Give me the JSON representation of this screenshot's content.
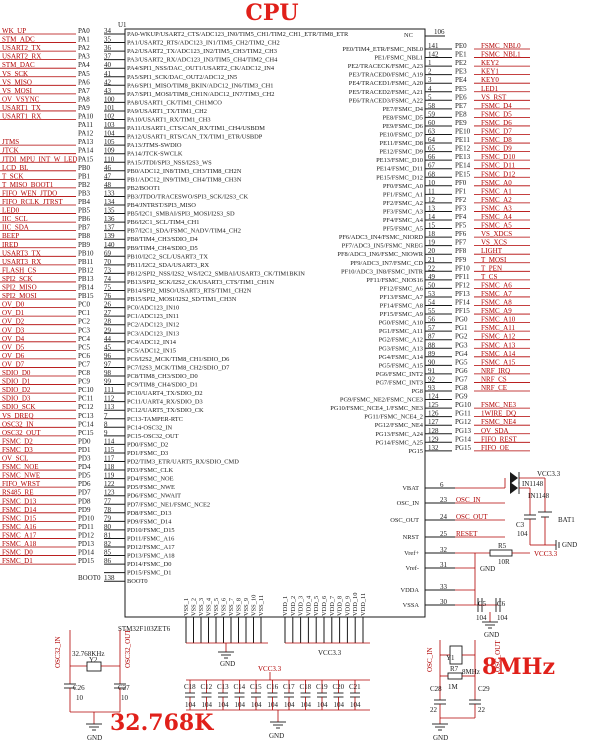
{
  "title": "CPU",
  "chip": {
    "ref": "U1",
    "part": "STM32F103ZET6",
    "top_right_pin": {
      "name": "NC",
      "num": "106"
    }
  },
  "left_pins": [
    {
      "net": "WK_UP",
      "pin": "PA0",
      "num": "34",
      "func": "PA0-WKUP/USART2_CTS/ADC123_IN0/TIM5_CH1/TIM2_CH1_ETR/TIM8_ETR"
    },
    {
      "net": "STM_ADC",
      "pin": "PA1",
      "num": "35",
      "func": "PA1/USART2_RTS/ADC123_IN1/TIM5_CH2/TIM2_CH2"
    },
    {
      "net": "USART2_TX",
      "pin": "PA2",
      "num": "36",
      "func": "PA2/USART2_TX/ADC123_IN2/TIM5_CH3/TIM2_CH3"
    },
    {
      "net": "USART2_RX",
      "pin": "PA3",
      "num": "37",
      "func": "PA3/USART2_RX/ADC123_IN3/TIM5_CH4/TIM2_CH4"
    },
    {
      "net": "STM_DAC",
      "pin": "PA4",
      "num": "40",
      "func": "PA4/SPI1_NSS/DAC_OUT1/USART2_CK/ADC12_IN4"
    },
    {
      "net": "VS_SCK",
      "pin": "PA5",
      "num": "41",
      "func": "PA5/SPI1_SCK/DAC_OUT2/ADC12_IN5"
    },
    {
      "net": "VS_MISO",
      "pin": "PA6",
      "num": "42",
      "func": "PA6/SPI1_MISO/TIM8_BKIN/ADC12_IN6/TIM3_CH1"
    },
    {
      "net": "VS_MOSI",
      "pin": "PA7",
      "num": "43",
      "func": "PA7/SPI1_MOSI/TIM8_CH1N/ADC12_IN7/TIM3_CH2"
    },
    {
      "net": "OV_VSYNC",
      "pin": "PA8",
      "num": "100",
      "func": "PA8/USART1_CK/TIM1_CH1MCO"
    },
    {
      "net": "USART1_TX",
      "pin": "PA9",
      "num": "101",
      "func": "PA9/USART1_TX/TIM1_CH2"
    },
    {
      "net": "USART1_RX",
      "pin": "PA10",
      "num": "102",
      "func": "PA10/USART1_RX/TIM1_CH3"
    },
    {
      "net": "",
      "pin": "PA11",
      "num": "103",
      "func": "PA11/USART1_CTS/CAN_RX/TIM1_CH4/USBDM"
    },
    {
      "net": "",
      "pin": "PA12",
      "num": "104",
      "func": "PA12/USART1_RTS/CAN_TX/TIM1_ETR/USBDP"
    },
    {
      "net": "JTMS",
      "pin": "PA13",
      "num": "105",
      "func": "PA13/JTMS-SWDIO"
    },
    {
      "net": "JTCK",
      "pin": "PA14",
      "num": "109",
      "func": "PA14/JTCK-SWCLK"
    },
    {
      "net": "JTDI_MPU_INT_W_LED",
      "pin": "PA15",
      "num": "110",
      "func": "PA15/JTDI/SPI3_NSS/I2S3_WS"
    },
    {
      "net": "LCD_BL",
      "pin": "PB0",
      "num": "46",
      "func": "PB0/ADC12_IN8/TIM3_CH3/TIM8_CH2N"
    },
    {
      "net": "T_SCK",
      "pin": "PB1",
      "num": "47",
      "func": "PB1/ADC12_IN9/TIM3_CH4/TIM8_CH3N"
    },
    {
      "net": "T_MISO_BOOT1",
      "pin": "PB2",
      "num": "48",
      "func": "PB2/BOOT1"
    },
    {
      "net": "FIFO_WEN_JTDO",
      "pin": "PB3",
      "num": "133",
      "func": "PB3/JTDO/TRACESWO/SPI3_SCK/I2S3_CK"
    },
    {
      "net": "FIFO_RCLK_JTRST",
      "pin": "PB4",
      "num": "134",
      "func": "PB4/JNTRST/SPI3_MISO"
    },
    {
      "net": "LED0",
      "pin": "PB5",
      "num": "135",
      "func": "PB5/I2C1_SMBAI/SPI3_MOSI/I2S3_SD"
    },
    {
      "net": "IIC_SCL",
      "pin": "PB6",
      "num": "136",
      "func": "PB6/I2C1_SCL/TIM4_CH1"
    },
    {
      "net": "IIC_SDA",
      "pin": "PB7",
      "num": "137",
      "func": "PB7/I2C1_SDA/FSMC_NADV/TIM4_CH2"
    },
    {
      "net": "BEEP",
      "pin": "PB8",
      "num": "139",
      "func": "PB8/TIM4_CH3/SDIO_D4"
    },
    {
      "net": "IRED",
      "pin": "PB9",
      "num": "140",
      "func": "PB9/TIM4_CH4/SDIO_D5"
    },
    {
      "net": "USART3_TX",
      "pin": "PB10",
      "num": "69",
      "func": "PB10/I2C2_SCL/USART3_TX"
    },
    {
      "net": "USART3_RX",
      "pin": "PB11",
      "num": "70",
      "func": "PB11/I2C2_SDA/USART3_RX"
    },
    {
      "net": "FLASH_CS",
      "pin": "PB12",
      "num": "73",
      "func": "PB12/SPI2_NSS/I2S2_WS/I2C2_SMBAI/USART3_CK/TIM1BKIN"
    },
    {
      "net": "SPI2_SCK",
      "pin": "PB13",
      "num": "74",
      "func": "PB13/SPI2_SCK/I2S2_CK/USART3_CTS/TIM1_CH1N"
    },
    {
      "net": "SPI2_MISO",
      "pin": "PB14",
      "num": "75",
      "func": "PB14/SPI2_MISO/USART3_RTS/TIM1_CH2N"
    },
    {
      "net": "SPI2_MOSI",
      "pin": "PB15",
      "num": "76",
      "func": "PB15/SPI2_MOSI/I2S2_SD/TIM1_CH3N"
    },
    {
      "net": "OV_D0",
      "pin": "PC0",
      "num": "26",
      "func": "PC0/ADC123_IN10"
    },
    {
      "net": "OV_D1",
      "pin": "PC1",
      "num": "27",
      "func": "PC1/ADC123_IN11"
    },
    {
      "net": "OV_D2",
      "pin": "PC2",
      "num": "28",
      "func": "PC2/ADC123_IN12"
    },
    {
      "net": "OV_D3",
      "pin": "PC3",
      "num": "29",
      "func": "PC3/ADC123_IN13"
    },
    {
      "net": "OV_D4",
      "pin": "PC4",
      "num": "44",
      "func": "PC4/ADC12_IN14"
    },
    {
      "net": "OV_D5",
      "pin": "PC5",
      "num": "45",
      "func": "PC5/ADC12_IN15"
    },
    {
      "net": "OV_D6",
      "pin": "PC6",
      "num": "96",
      "func": "PC6/I2S2_MCK/TIM8_CH1/SDIO_D6"
    },
    {
      "net": "OV_D7",
      "pin": "PC7",
      "num": "97",
      "func": "PC7/I2S3_MCK/TIM8_CH2/SDIO_D7"
    },
    {
      "net": "SDIO_D0",
      "pin": "PC8",
      "num": "98",
      "func": "PC8/TIM8_CH3/SDIO_D0"
    },
    {
      "net": "SDIO_D1",
      "pin": "PC9",
      "num": "99",
      "func": "PC9/TIM8_CH4/SDIO_D1"
    },
    {
      "net": "SDIO_D2",
      "pin": "PC10",
      "num": "111",
      "func": "PC10/UART4_TX/SDIO_D2"
    },
    {
      "net": "SDIO_D3",
      "pin": "PC11",
      "num": "112",
      "func": "PC11/UART4_RX/SDIO_D3"
    },
    {
      "net": "SDIO_SCK",
      "pin": "PC12",
      "num": "113",
      "func": "PC12/UART5_TX/SDIO_CK"
    },
    {
      "net": "VS_DREQ",
      "pin": "PC13",
      "num": "7",
      "func": "PC13-TAMPER-RTC"
    },
    {
      "net": "OSC32_IN",
      "pin": "PC14",
      "num": "8",
      "func": "PC14-OSC32_IN"
    },
    {
      "net": "OSC32_OUT",
      "pin": "PC15",
      "num": "9",
      "func": "PC15-OSC32_OUT"
    },
    {
      "net": "FSMC_D2",
      "pin": "PD0",
      "num": "114",
      "func": "PD0/FSMC_D2"
    },
    {
      "net": "FSMC_D3",
      "pin": "PD1",
      "num": "115",
      "func": "PD1/FSMC_D3"
    },
    {
      "net": "OV_SCL",
      "pin": "PD3",
      "num": "117",
      "func": "PD2/TIM3_ETR/UART5_RX/SDIO_CMD"
    },
    {
      "net": "FSMC_NOE",
      "pin": "PD4",
      "num": "118",
      "func": "PD3/FSMC_CLK"
    },
    {
      "net": "FSMC_NWE",
      "pin": "PD5",
      "num": "119",
      "func": "PD4/FSMC_NOE"
    },
    {
      "net": "FIFO_WRST",
      "pin": "PD6",
      "num": "122",
      "func": "PD5/FSMC_NWE"
    },
    {
      "net": "RS485_RE",
      "pin": "PD7",
      "num": "123",
      "func": "PD6/FSMC_NWAIT"
    },
    {
      "net": "FSMC_D13",
      "pin": "PD8",
      "num": "77",
      "func": "PD7/FSMC_NE1/FSMC_NCE2"
    },
    {
      "net": "FSMC_D14",
      "pin": "PD9",
      "num": "78",
      "func": "PD8/FSMC_D13"
    },
    {
      "net": "FSMC_D15",
      "pin": "PD10",
      "num": "79",
      "func": "PD9/FSMC_D14"
    },
    {
      "net": "FSMC_A16",
      "pin": "PD11",
      "num": "80",
      "func": "PD10/FSMC_D15"
    },
    {
      "net": "FSMC_A17",
      "pin": "PD12",
      "num": "81",
      "func": "PD11/FSMC_A16"
    },
    {
      "net": "FSMC_A18",
      "pin": "PD13",
      "num": "82",
      "func": "PD12/FSMC_A17"
    },
    {
      "net": "FSMC_D0",
      "pin": "PD14",
      "num": "85",
      "func": "PD13/FSMC_A18"
    },
    {
      "net": "FSMC_D1",
      "pin": "PD15",
      "num": "86",
      "func": "PD14/FSMC_D0"
    },
    {
      "net": "",
      "pin": "",
      "num": "",
      "func": "PD15/FSMC_D1"
    },
    {
      "net": "",
      "pin": "BOOT0",
      "num": "138",
      "func": "BOOT0"
    }
  ],
  "right_pins": [
    {
      "func": "PE0/TIM4_ETR/FSMC_NBL0",
      "num": "141",
      "pin": "PE0",
      "net": "FSMC_NBL0"
    },
    {
      "func": "PE1/FSMC_NBL1",
      "num": "142",
      "pin": "PE1",
      "net": "FSMC_NBL1"
    },
    {
      "func": "PE2/TRACECK/FSMC_A23",
      "num": "1",
      "pin": "PE2",
      "net": "KEY2"
    },
    {
      "func": "PE3/TRACED0/FSMC_A19",
      "num": "2",
      "pin": "PE3",
      "net": "KEY1"
    },
    {
      "func": "PE4/TRACED1/FSMC_A20",
      "num": "3",
      "pin": "PE4",
      "net": "KEY0"
    },
    {
      "func": "PE5/TRACED2/FSMC_A21",
      "num": "4",
      "pin": "PE5",
      "net": "LED1"
    },
    {
      "func": "PE6/TRACED3/FSMC_A22",
      "num": "5",
      "pin": "PE6",
      "net": "VS_RST"
    },
    {
      "func": "PE7/FSMC_D4",
      "num": "58",
      "pin": "PE7",
      "net": "FSMC_D4"
    },
    {
      "func": "PE8/FSMC_D5",
      "num": "59",
      "pin": "PE8",
      "net": "FSMC_D5"
    },
    {
      "func": "PE9/FSMC_D6",
      "num": "60",
      "pin": "PE9",
      "net": "FSMC_D6"
    },
    {
      "func": "PE10/FSMC_D7",
      "num": "63",
      "pin": "PE10",
      "net": "FSMC_D7"
    },
    {
      "func": "PE11/FSMC_D8",
      "num": "64",
      "pin": "PE11",
      "net": "FSMC_D8"
    },
    {
      "func": "PE12/FSMC_D9",
      "num": "65",
      "pin": "PE12",
      "net": "FSMC_D9"
    },
    {
      "func": "PE13/FSMC_D10",
      "num": "66",
      "pin": "PE13",
      "net": "FSMC_D10"
    },
    {
      "func": "PE14/FSMC_D11",
      "num": "67",
      "pin": "PE14",
      "net": "FSMC_D11"
    },
    {
      "func": "PE15/FSMC_D12",
      "num": "68",
      "pin": "PE15",
      "net": "FSMC_D12"
    },
    {
      "func": "PF0/FSMC_A0",
      "num": "10",
      "pin": "PF0",
      "net": "FSMC_A0"
    },
    {
      "func": "PF1/FSMC_A1",
      "num": "11",
      "pin": "PF1",
      "net": "FSMC_A1"
    },
    {
      "func": "PF2/FSMC_A2",
      "num": "12",
      "pin": "PF2",
      "net": "FSMC_A2"
    },
    {
      "func": "PF3/FSMC_A3",
      "num": "13",
      "pin": "PF3",
      "net": "FSMC_A3"
    },
    {
      "func": "PF4/FSMC_A4",
      "num": "14",
      "pin": "PF4",
      "net": "FSMC_A4"
    },
    {
      "func": "PF5/FSMC_A5",
      "num": "15",
      "pin": "PF5",
      "net": "FSMC_A5"
    },
    {
      "func": "PF6/ADC3_IN4/FSMC_NIORD",
      "num": "18",
      "pin": "PF6",
      "net": "VS_XDCS"
    },
    {
      "func": "PF7/ADC3_IN5/FSMC_NREG",
      "num": "19",
      "pin": "PF7",
      "net": "VS_XCS"
    },
    {
      "func": "PF8/ADC3_IN6/FSMC_NIOWR",
      "num": "20",
      "pin": "PF8",
      "net": "LIGHT"
    },
    {
      "func": "PF9/ADC3_IN7/FSMC_CD",
      "num": "21",
      "pin": "PF9",
      "net": "T_MOSI"
    },
    {
      "func": "PF10/ADC3_IN8/FSMC_INTR",
      "num": "22",
      "pin": "PF10",
      "net": "T_PEN"
    },
    {
      "func": "PF11/FSMC_NIOS16",
      "num": "49",
      "pin": "PF11",
      "net": "T_CS"
    },
    {
      "func": "PF12/FSMC_A6",
      "num": "50",
      "pin": "PF12",
      "net": "FSMC_A6"
    },
    {
      "func": "PF13/FSMC_A7",
      "num": "53",
      "pin": "PF13",
      "net": "FSMC_A7"
    },
    {
      "func": "PF14/FSMC_A8",
      "num": "54",
      "pin": "PF14",
      "net": "FSMC_A8"
    },
    {
      "func": "PF15/FSMC_A9",
      "num": "55",
      "pin": "PF15",
      "net": "FSMC_A9"
    },
    {
      "func": "PG0/FSMC_A10",
      "num": "56",
      "pin": "PG0",
      "net": "FSMC_A10"
    },
    {
      "func": "PG1/FSMC_A11",
      "num": "57",
      "pin": "PG1",
      "net": "FSMC_A11"
    },
    {
      "func": "PG2/FSMC_A12",
      "num": "87",
      "pin": "PG2",
      "net": "FSMC_A12"
    },
    {
      "func": "PG3/FSMC_A13",
      "num": "88",
      "pin": "PG3",
      "net": "FSMC_A13"
    },
    {
      "func": "PG4/FSMC_A14",
      "num": "89",
      "pin": "PG4",
      "net": "FSMC_A14"
    },
    {
      "func": "PG5/FSMC_A15",
      "num": "90",
      "pin": "PG5",
      "net": "FSMC_A15"
    },
    {
      "func": "PG6/FSMC_INT2",
      "num": "91",
      "pin": "PG6",
      "net": "NRF_IRQ"
    },
    {
      "func": "PG7/FSMC_INT3",
      "num": "92",
      "pin": "PG7",
      "net": "NRF_CS"
    },
    {
      "func": "PG8",
      "num": "93",
      "pin": "PG8",
      "net": "NRF_CE"
    },
    {
      "func": "PG9/FSMC_NE2/FSMC_NCE3",
      "num": "124",
      "pin": "PG9",
      "net": ""
    },
    {
      "func": "PG10/FSMC_NCE4_1/FSMC_NE3",
      "num": "125",
      "pin": "PG10",
      "net": "FSMC_NE3"
    },
    {
      "func": "PG11/FSMC_NCE4_2",
      "num": "126",
      "pin": "PG11",
      "net": "1WIRE_DQ"
    },
    {
      "func": "PG12/FSMC_NE4",
      "num": "127",
      "pin": "PG12",
      "net": "FSMC_NE4"
    },
    {
      "func": "PG13/FSMC_A24",
      "num": "128",
      "pin": "PG13",
      "net": "OV_SDA"
    },
    {
      "func": "PG14/FSMC_A25",
      "num": "129",
      "pin": "PG14",
      "net": "FIFO_REST"
    },
    {
      "func": "PG15",
      "num": "132",
      "pin": "PG15",
      "net": "FIFO_OE"
    }
  ],
  "power_pins": [
    {
      "func": "VBAT",
      "num": "6",
      "net": ""
    },
    {
      "func": "OSC_IN",
      "num": "23",
      "net": "OSC_IN"
    },
    {
      "func": "OSC_OUT",
      "num": "24",
      "net": "OSC_OUT"
    },
    {
      "func": "NRST",
      "num": "25",
      "net": "RESET"
    },
    {
      "func": "Vref+",
      "num": "32",
      "net": ""
    },
    {
      "func": "Vref-",
      "num": "31",
      "net": "GND"
    },
    {
      "func": "VDDA",
      "num": "33",
      "net": ""
    },
    {
      "func": "VSSA",
      "num": "30",
      "net": ""
    }
  ],
  "bottom_pins": {
    "vss": [
      "VSS_1",
      "VSS_2",
      "VSS_3",
      "VSS_4",
      "VSS_5",
      "VSS_6",
      "VSS_7",
      "VSS_8",
      "VSS_9",
      "VSS_10",
      "VSS_11"
    ],
    "vdd": [
      "VDD_1",
      "VDD_2",
      "VDD_3",
      "VDD_4",
      "VDD_5",
      "VDD_6",
      "VDD_7",
      "VDD_8",
      "VDD_9",
      "VDD_10",
      "VDD_11"
    ]
  },
  "battery": {
    "vcc": "VCC3.3",
    "d1": "IN1148",
    "d2": "IN1148",
    "c3": "C3",
    "c3_val": "104",
    "bat": "BAT1",
    "gnd": "GND"
  },
  "vref": {
    "r5": "R5",
    "r5_val": "10R",
    "vcc": "VCC3.3",
    "gnd": "GND",
    "c5": "C5",
    "c6": "C6",
    "c5_val": "104",
    "c6_val": "104",
    "gnd2": "GND"
  },
  "crystal32": {
    "y": "Y2",
    "y_val": "32.768KHz",
    "c26": "C26",
    "c27": "C27",
    "c_val": "10",
    "in": "OSC32_IN",
    "out": "OSC32_OUT",
    "gnd": "GND",
    "label": "32.768K"
  },
  "crystal8": {
    "y": "Y1",
    "y_val": "8MHz",
    "r7": "R7",
    "r7_val": "1M",
    "c28": "C28",
    "c29": "C29",
    "c_val": "22",
    "in": "OSC_IN",
    "out": "OSC_OUT",
    "gnd": "GND",
    "label": "8MHz"
  },
  "decoupling": {
    "vcc": "VCC3.3",
    "caps": [
      "C18",
      "C12",
      "C13",
      "C14",
      "C15",
      "C16",
      "C17",
      "C18",
      "C19",
      "C20",
      "C21"
    ],
    "val": "104",
    "gnd": "GND"
  },
  "gnd_labels": {
    "chip": "GND",
    "vcc_chip": "VCC3.3"
  }
}
